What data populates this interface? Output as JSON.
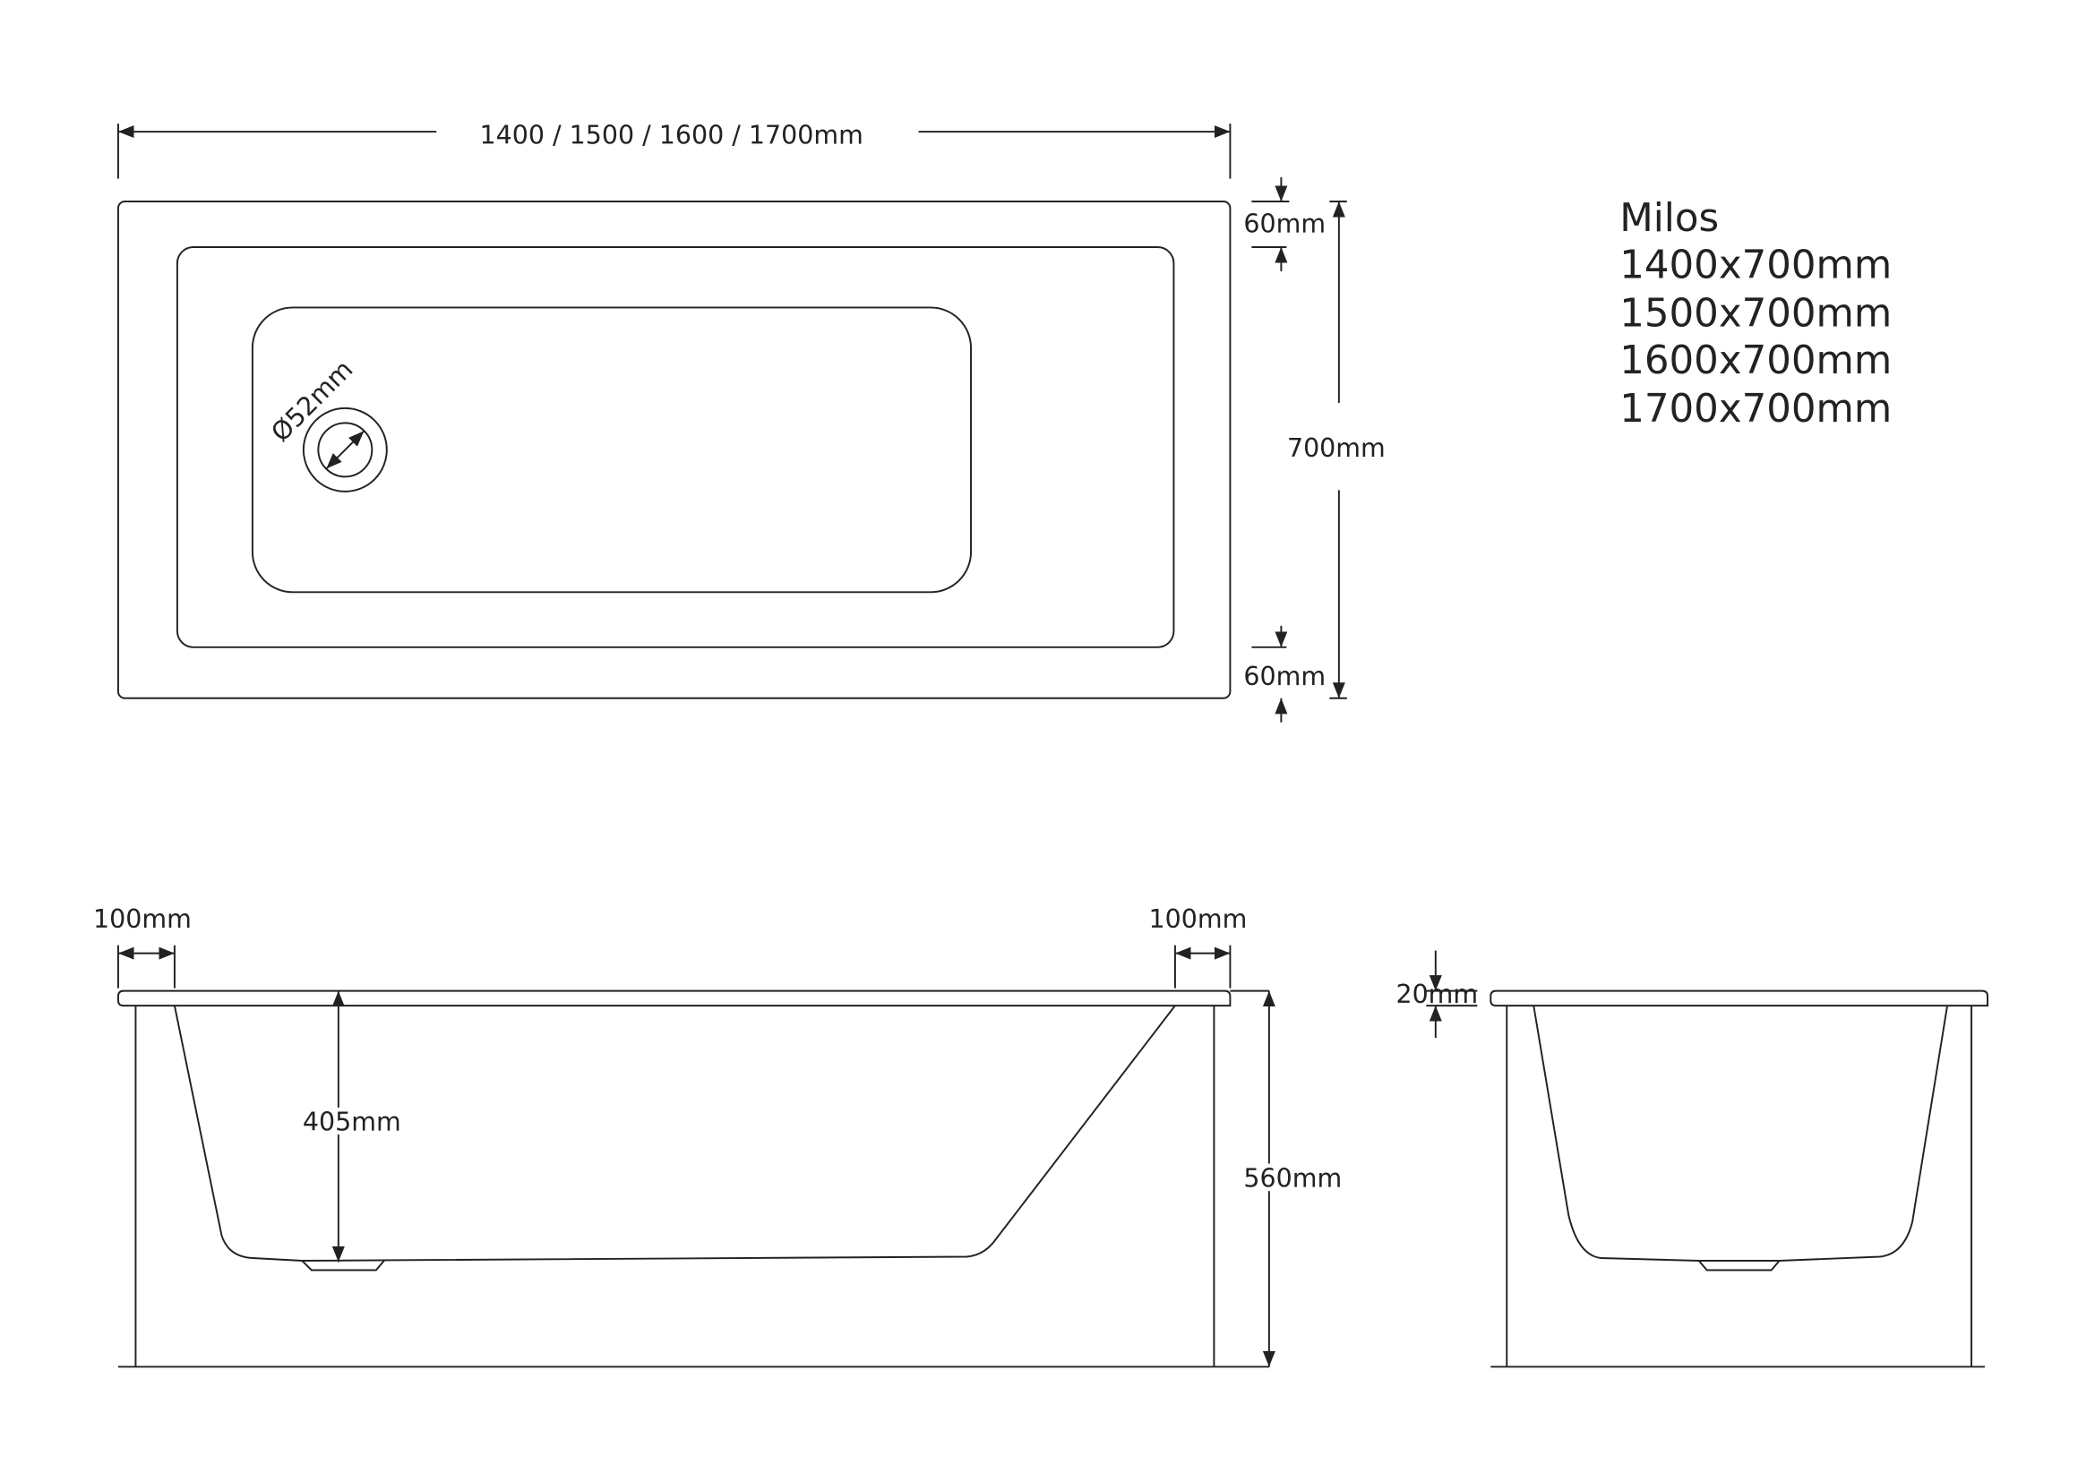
{
  "top_view": {
    "length_label": "1400 / 1500 / 1600 / 1700mm",
    "top_rim_label": "60mm",
    "width_label": "700mm",
    "bottom_rim_label": "60mm",
    "drain_label": "Ø52mm"
  },
  "model": {
    "name": "Milos",
    "sizes": [
      "1400x700mm",
      "1500x700mm",
      "1600x700mm",
      "1700x700mm"
    ]
  },
  "side_view": {
    "left_rim_label": "100mm",
    "right_rim_label": "100mm",
    "depth_label": "405mm",
    "height_label": "560mm"
  },
  "end_view": {
    "rim_thickness_label": "20mm"
  },
  "colors": {
    "line": "#222222",
    "background": "#ffffff"
  }
}
